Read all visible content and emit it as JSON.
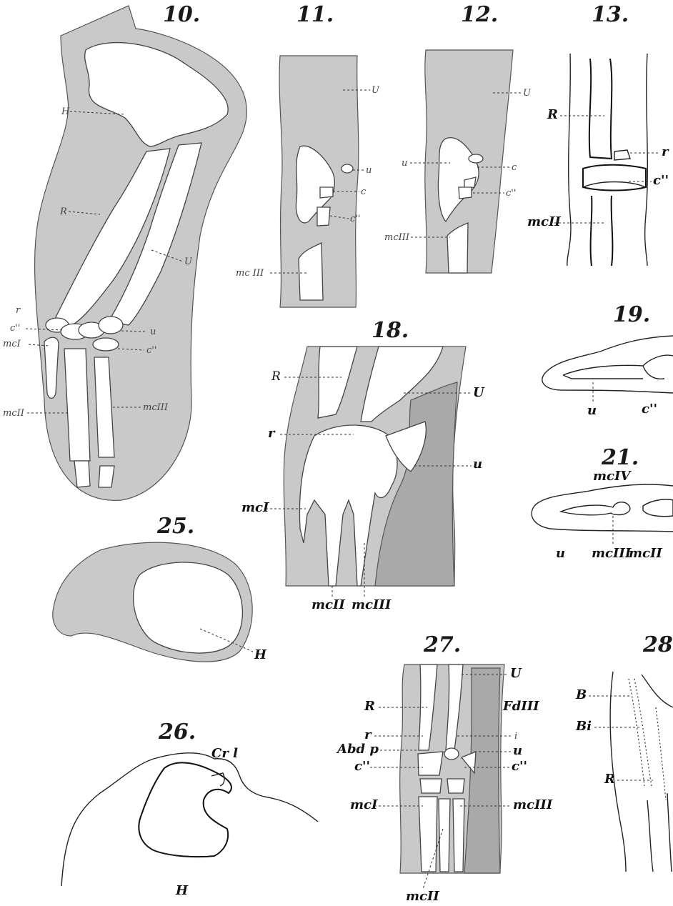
{
  "figures": {
    "f10": {
      "num": "10.",
      "labels": {
        "H": "H",
        "R": "R",
        "U": "U",
        "r": "r",
        "c2": "c''",
        "mcI": "mcI",
        "u": "u",
        "c2b": "c''",
        "mcII": "mcII",
        "mcIII": "mcIII"
      }
    },
    "f11": {
      "num": "11.",
      "labels": {
        "U": "U",
        "u": "u",
        "c": "c",
        "c2": "c''",
        "mcIII": "mc III"
      }
    },
    "f12": {
      "num": "12.",
      "labels": {
        "U": "U",
        "u": "u",
        "c": "c",
        "c2": "c''",
        "mcIII": "mcIII"
      }
    },
    "f13": {
      "num": "13.",
      "labels": {
        "R": "R",
        "r": "r",
        "c2": "c''",
        "mcII": "mcII"
      }
    },
    "f18": {
      "num": "18.",
      "labels": {
        "R": "R",
        "U": "U",
        "r": "r",
        "u": "u",
        "mcI": "mcI",
        "mcII": "mcII",
        "mcIII": "mcIII"
      }
    },
    "f19": {
      "num": "19.",
      "labels": {
        "u": "u",
        "c2": "c''"
      }
    },
    "f21": {
      "num": "21.",
      "labels": {
        "mcIV": "mcIV",
        "u": "u",
        "mcIII": "mcIII",
        "mcII": "mcII"
      }
    },
    "f25": {
      "num": "25.",
      "labels": {
        "H": "H"
      }
    },
    "f26": {
      "num": "26.",
      "labels": {
        "Crl": "Cr l",
        "H": "H"
      }
    },
    "f27": {
      "num": "27.",
      "labels": {
        "U": "U",
        "R": "R",
        "FdIII": "FdIII",
        "r": "r",
        "i": "i",
        "Abdp": "Abd p",
        "u": "u",
        "c2": "c''",
        "c2b": "c''",
        "mcI": "mcI",
        "mcIII": "mcIII",
        "mcII": "mcII"
      }
    },
    "f28": {
      "num": "28",
      "labels": {
        "B": "B",
        "Bi": "Bi",
        "R": "R"
      }
    }
  }
}
